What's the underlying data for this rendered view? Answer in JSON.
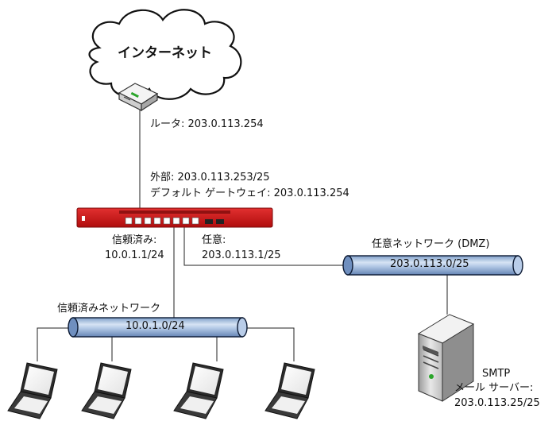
{
  "internet": {
    "label": "インターネット"
  },
  "router": {
    "label": "ルータ: 203.0.113.254"
  },
  "firewall": {
    "external_line1": "外部: 203.0.113.253/25",
    "external_line2": "デフォルト ゲートウェイ: 203.0.113.254",
    "trusted_line1": "信頼済み:",
    "trusted_line2": "10.0.1.1/24",
    "optional_line1": "任意:",
    "optional_line2": "203.0.113.1/25",
    "color": "#cc1111"
  },
  "dmz_network": {
    "title": "任意ネットワーク (DMZ)",
    "subnet": "203.0.113.0/25"
  },
  "trusted_network": {
    "title": "信頼済みネットワーク",
    "subnet": "10.0.1.0/24"
  },
  "smtp_server": {
    "line1": "SMTP",
    "line2": "メール サーバー:",
    "line3": "203.0.113.25/25"
  },
  "laptops": [
    {
      "icon": "laptop-icon"
    },
    {
      "icon": "laptop-icon"
    },
    {
      "icon": "laptop-icon"
    },
    {
      "icon": "laptop-icon"
    }
  ],
  "colors": {
    "pipe": "#a9c3e4",
    "pipe_edge": "#0c1a33",
    "line": "#222222"
  }
}
